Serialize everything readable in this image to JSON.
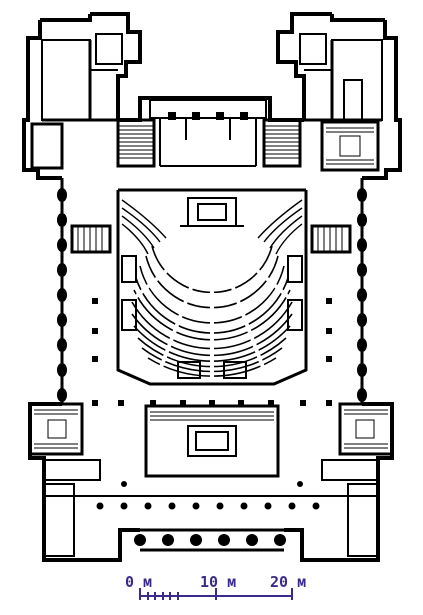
{
  "scale_bar": {
    "labels": [
      "0 м",
      "10 м",
      "20 м"
    ],
    "color": "#3a2a8c"
  },
  "plan": {
    "wall_color": "#000000",
    "background": "#ffffff"
  }
}
